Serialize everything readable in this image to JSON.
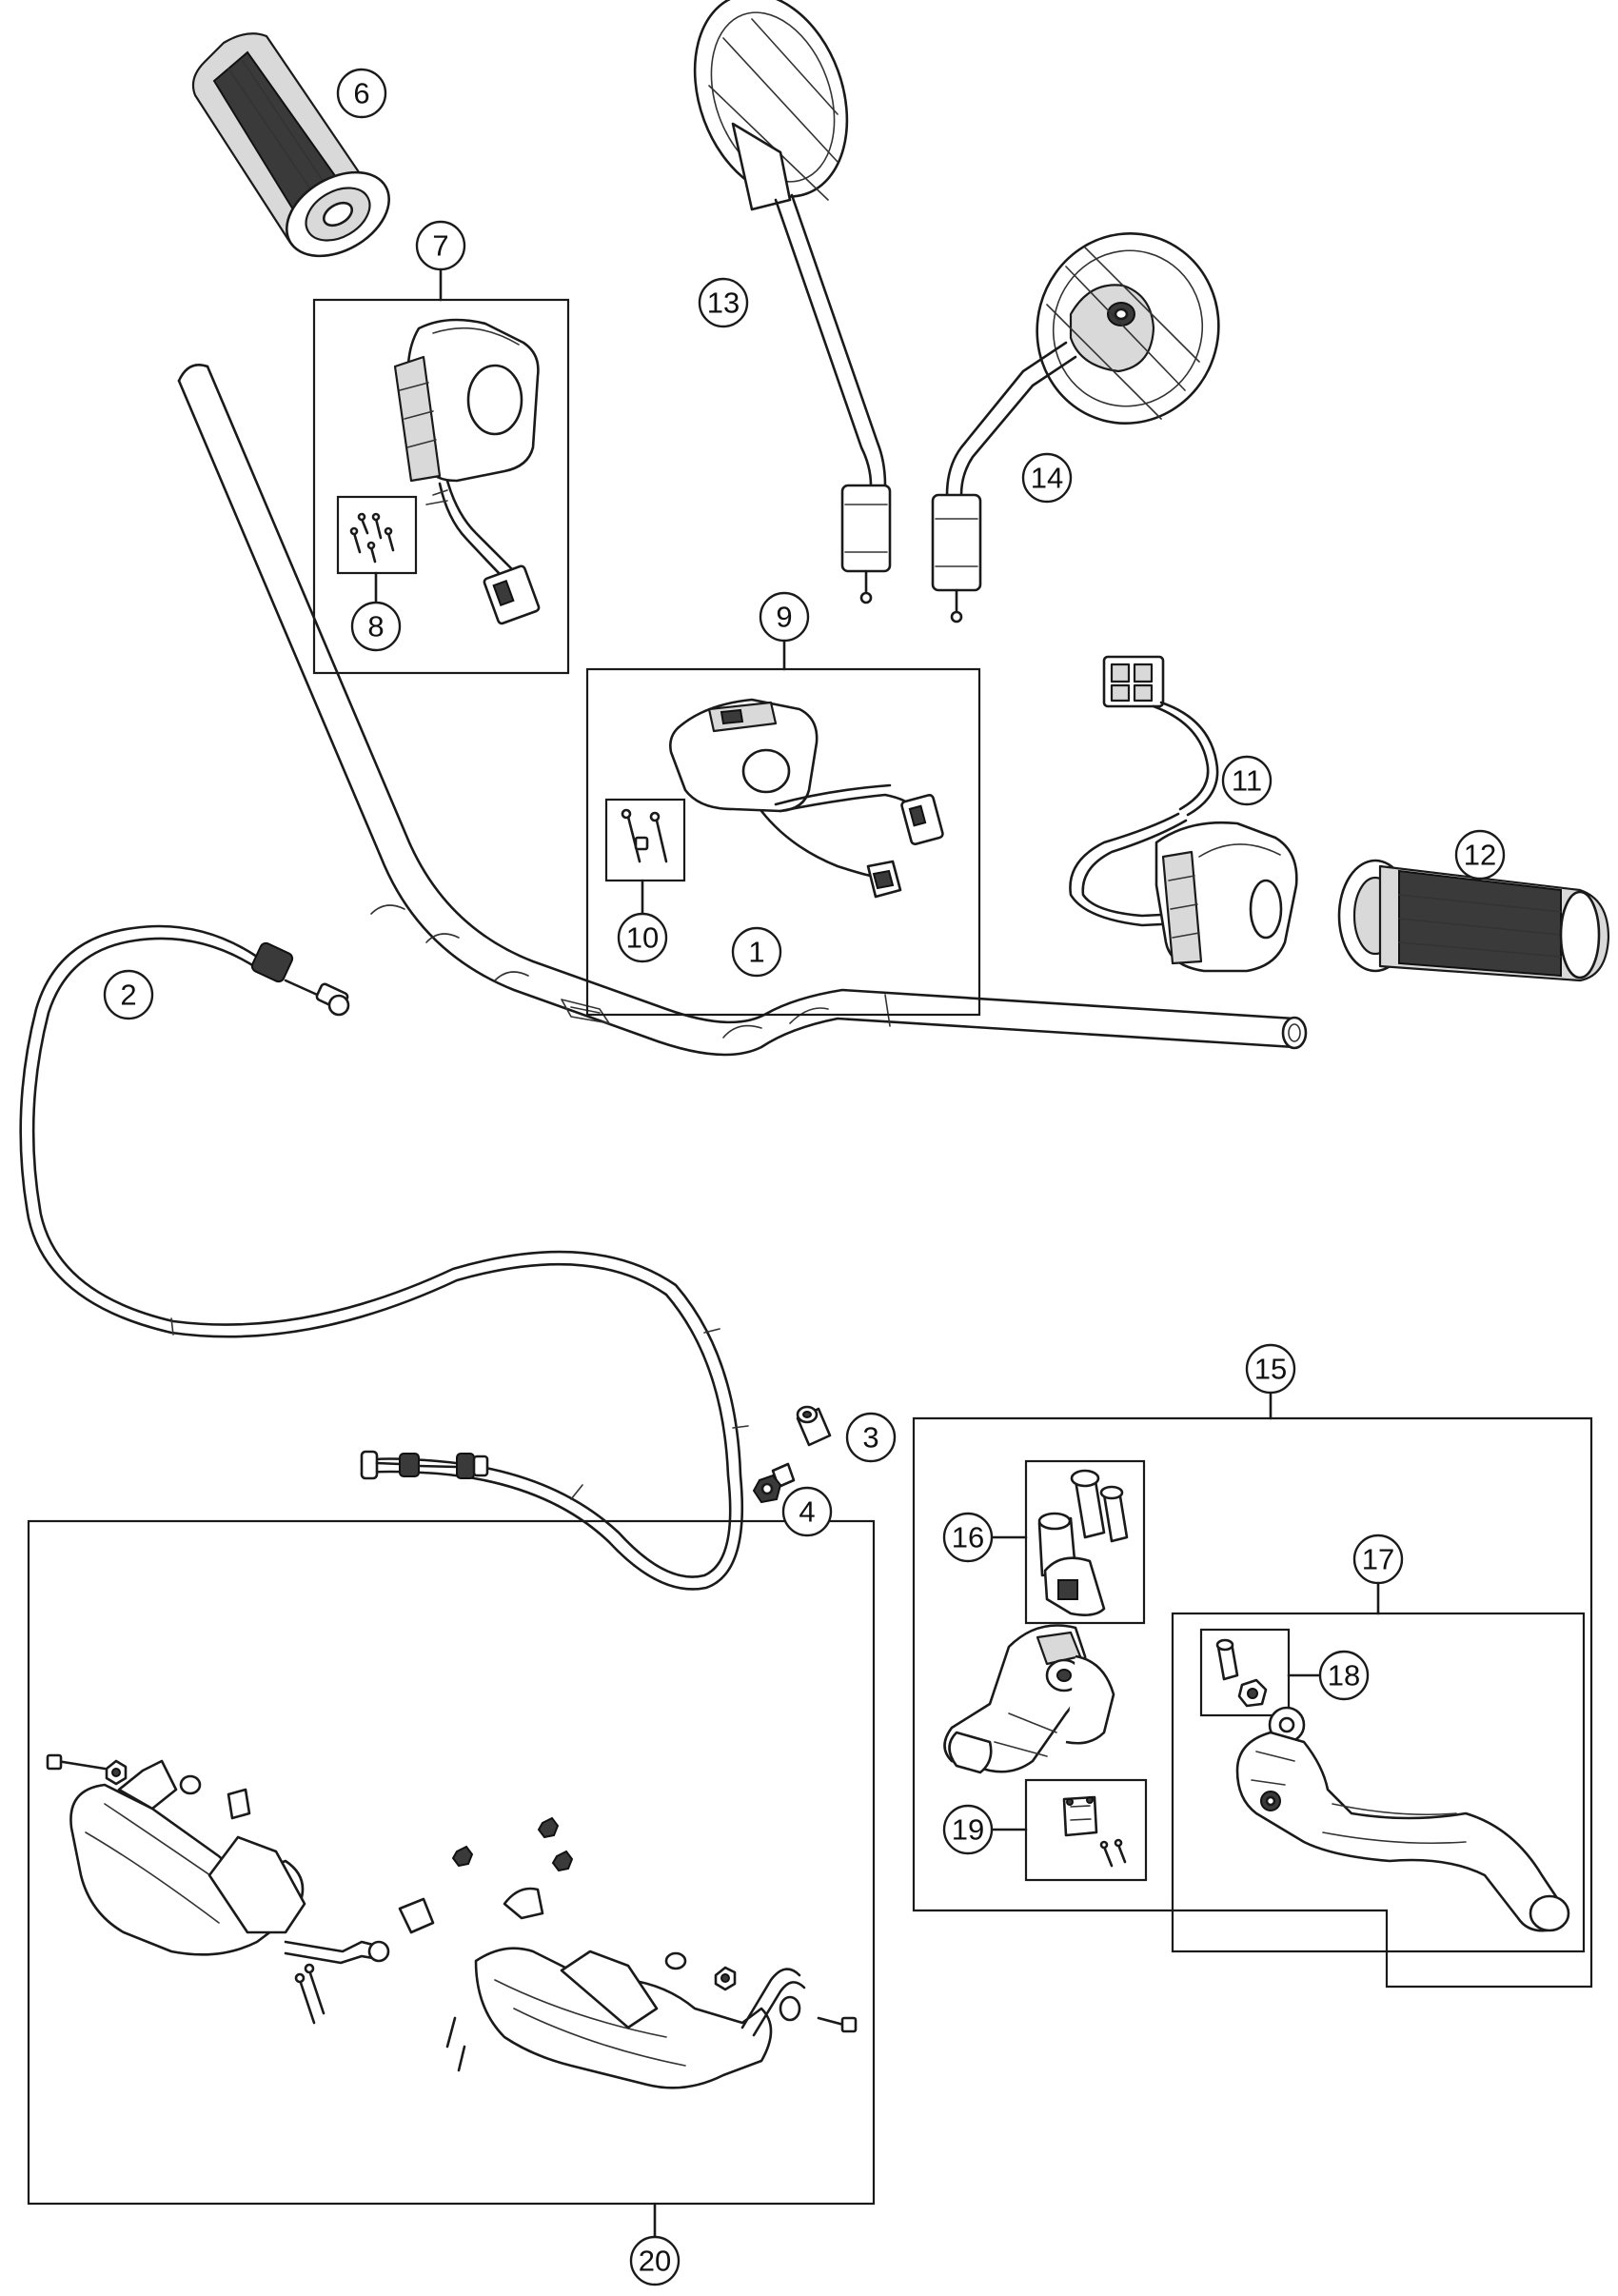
{
  "callouts": [
    {
      "id": "c1",
      "label": "1"
    },
    {
      "id": "c2",
      "label": "2"
    },
    {
      "id": "c3",
      "label": "3"
    },
    {
      "id": "c4",
      "label": "4"
    },
    {
      "id": "c6",
      "label": "6"
    },
    {
      "id": "c7",
      "label": "7"
    },
    {
      "id": "c8",
      "label": "8"
    },
    {
      "id": "c9",
      "label": "9"
    },
    {
      "id": "c10",
      "label": "10"
    },
    {
      "id": "c11",
      "label": "11"
    },
    {
      "id": "c12",
      "label": "12"
    },
    {
      "id": "c13",
      "label": "13"
    },
    {
      "id": "c14",
      "label": "14"
    },
    {
      "id": "c15",
      "label": "15"
    },
    {
      "id": "c16",
      "label": "16"
    },
    {
      "id": "c17",
      "label": "17"
    },
    {
      "id": "c18",
      "label": "18"
    },
    {
      "id": "c19",
      "label": "19"
    },
    {
      "id": "c20",
      "label": "20"
    }
  ],
  "parts": {
    "p1": "handlebar",
    "p2": "throttle-cable",
    "p3": "adjuster-sleeve",
    "p4": "adjuster-nut",
    "p6": "left-grip",
    "p7": "left-switch-assembly",
    "p8": "switch-screw-kit",
    "p9": "combination-switch",
    "p10": "switch-fastener-kit",
    "p11": "right-switch",
    "p12": "right-grip",
    "p13": "left-mirror",
    "p14": "right-mirror",
    "p15": "clutch-master-cylinder",
    "p16": "clamp-kit",
    "p17": "clutch-lever",
    "p18": "lever-repair-kit",
    "p19": "clamp-screw-kit",
    "p20": "handguard-kit"
  }
}
